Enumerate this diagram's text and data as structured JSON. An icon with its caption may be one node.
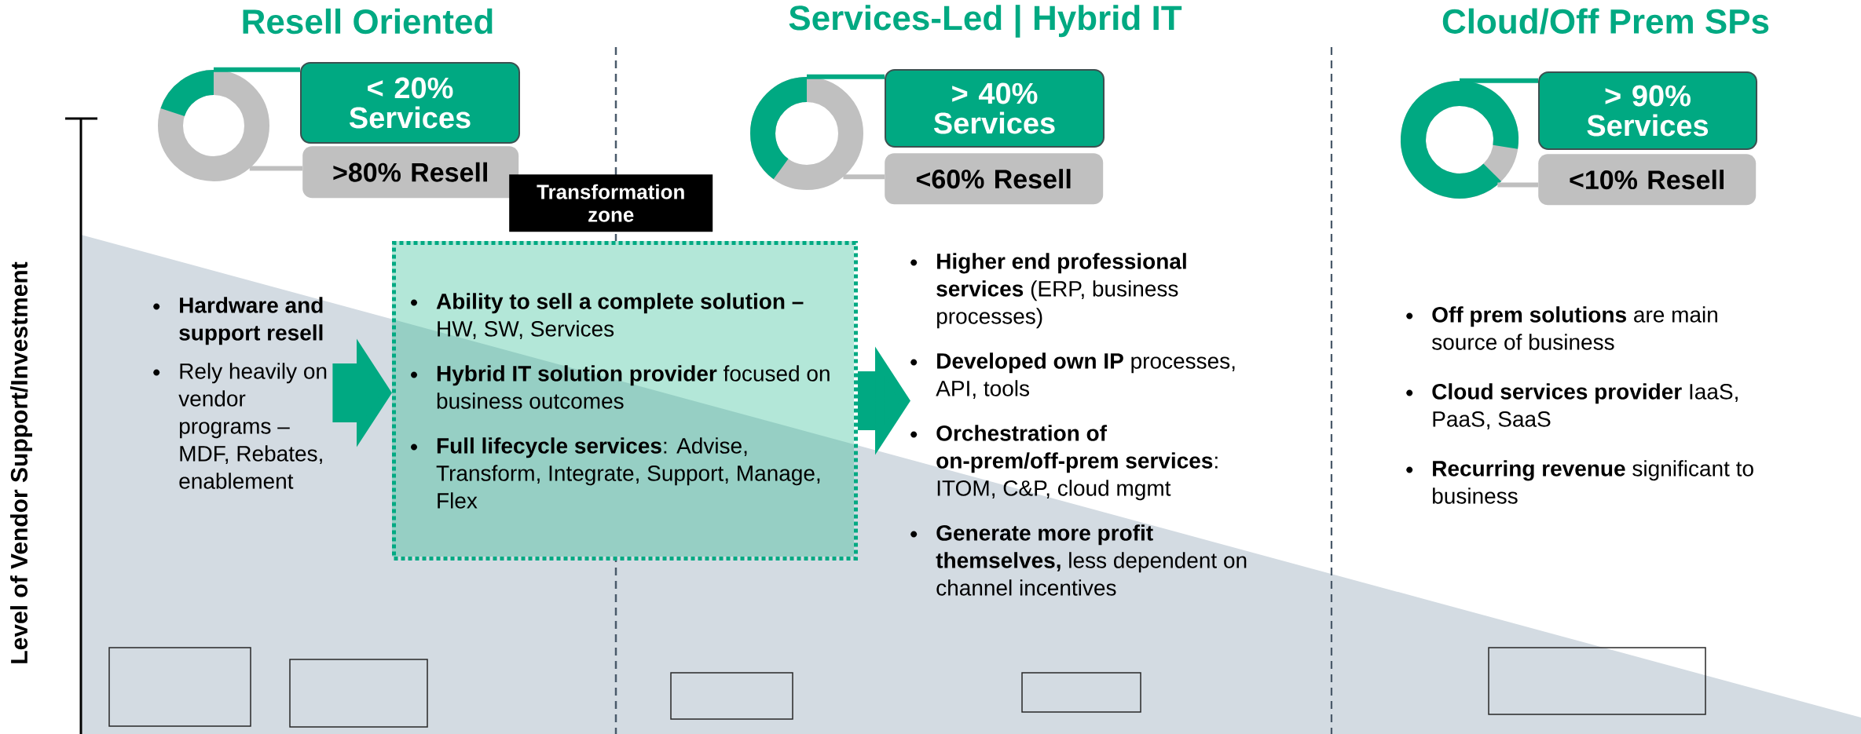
{
  "diagram": {
    "nodes": [
      {
        "text": [],
        "shape": "circle"
      },
      {
        "text": [
          "< 20% Services"
        ]
      },
      {
        "text": [
          ">80% Resell"
        ]
      },
      {
        "text": [],
        "shape": "circle"
      },
      {
        "text": [
          "> 40% Services"
        ]
      },
      {
        "text": [
          "<60% Resell"
        ]
      },
      {
        "text": [],
        "shape": "circle"
      },
      {
        "text": [
          "> 90% Services"
        ]
      },
      {
        "text": [
          "<10% Resell"
        ]
      },
      {
        "text": [
          "Transformation zone"
        ]
      },
      {
        "text": [
          "**Ability to sell a complete solution –** HW, SW, Services",
          "**Hybrid IT solution provider** focused on business outcomes",
          "**Full lifecycle services**: Advise, Transform, Integrate, Support, Manage, Flex"
        ]
      },
      {
        "text": [
          "Hardware and support resell",
          "Rely heavily on vendor programs – MDF, Rebates, enablement"
        ]
      },
      {
        "text": [
          "**Higher end professional services** (ERP, business processes)",
          "**Developed own IP** processes, API, tools",
          "**Orchestration of on-prem/off-prem services**: ITOM, C&P, cloud mgmt",
          "**Generate more profit themselves,** less dependent on channel incentives"
        ]
      }
    ],
    "edges": [
      {
        "from": 0,
        "to": 1,
        "arrow": "none"
      },
      {
        "from": 0,
        "to": 2,
        "arrow": "none",
        "color": "#bfbfbf"
      },
      {
        "from": 3,
        "to": 4,
        "arrow": "none"
      },
      {
        "from": 3,
        "to": 5,
        "arrow": "none",
        "color": "#bfbfbf"
      },
      {
        "from": 6,
        "to": 7,
        "arrow": "none"
      },
      {
        "from": 6,
        "to": 8,
        "arrow": "none",
        "color": "#bfbfbf"
      },
      {
        "from": 11,
        "to": 10,
        "arrow": "to",
        "style": "thick"
      },
      {
        "from": 10,
        "to": 12,
        "arrow": "to",
        "style": "thick"
      }
    ],
    "labels": [
      "Resell Oriented",
      "Services-Led | Hybrid IT",
      "Cloud/Off Prem SPs",
      "Level of Vendor Support/Investment",
      "**Off prem solutions** are main source of business",
      "**Cloud services provider** IaaS, PaaS, SaaS",
      "**Recurring revenue** significant to business"
    ]
  }
}
